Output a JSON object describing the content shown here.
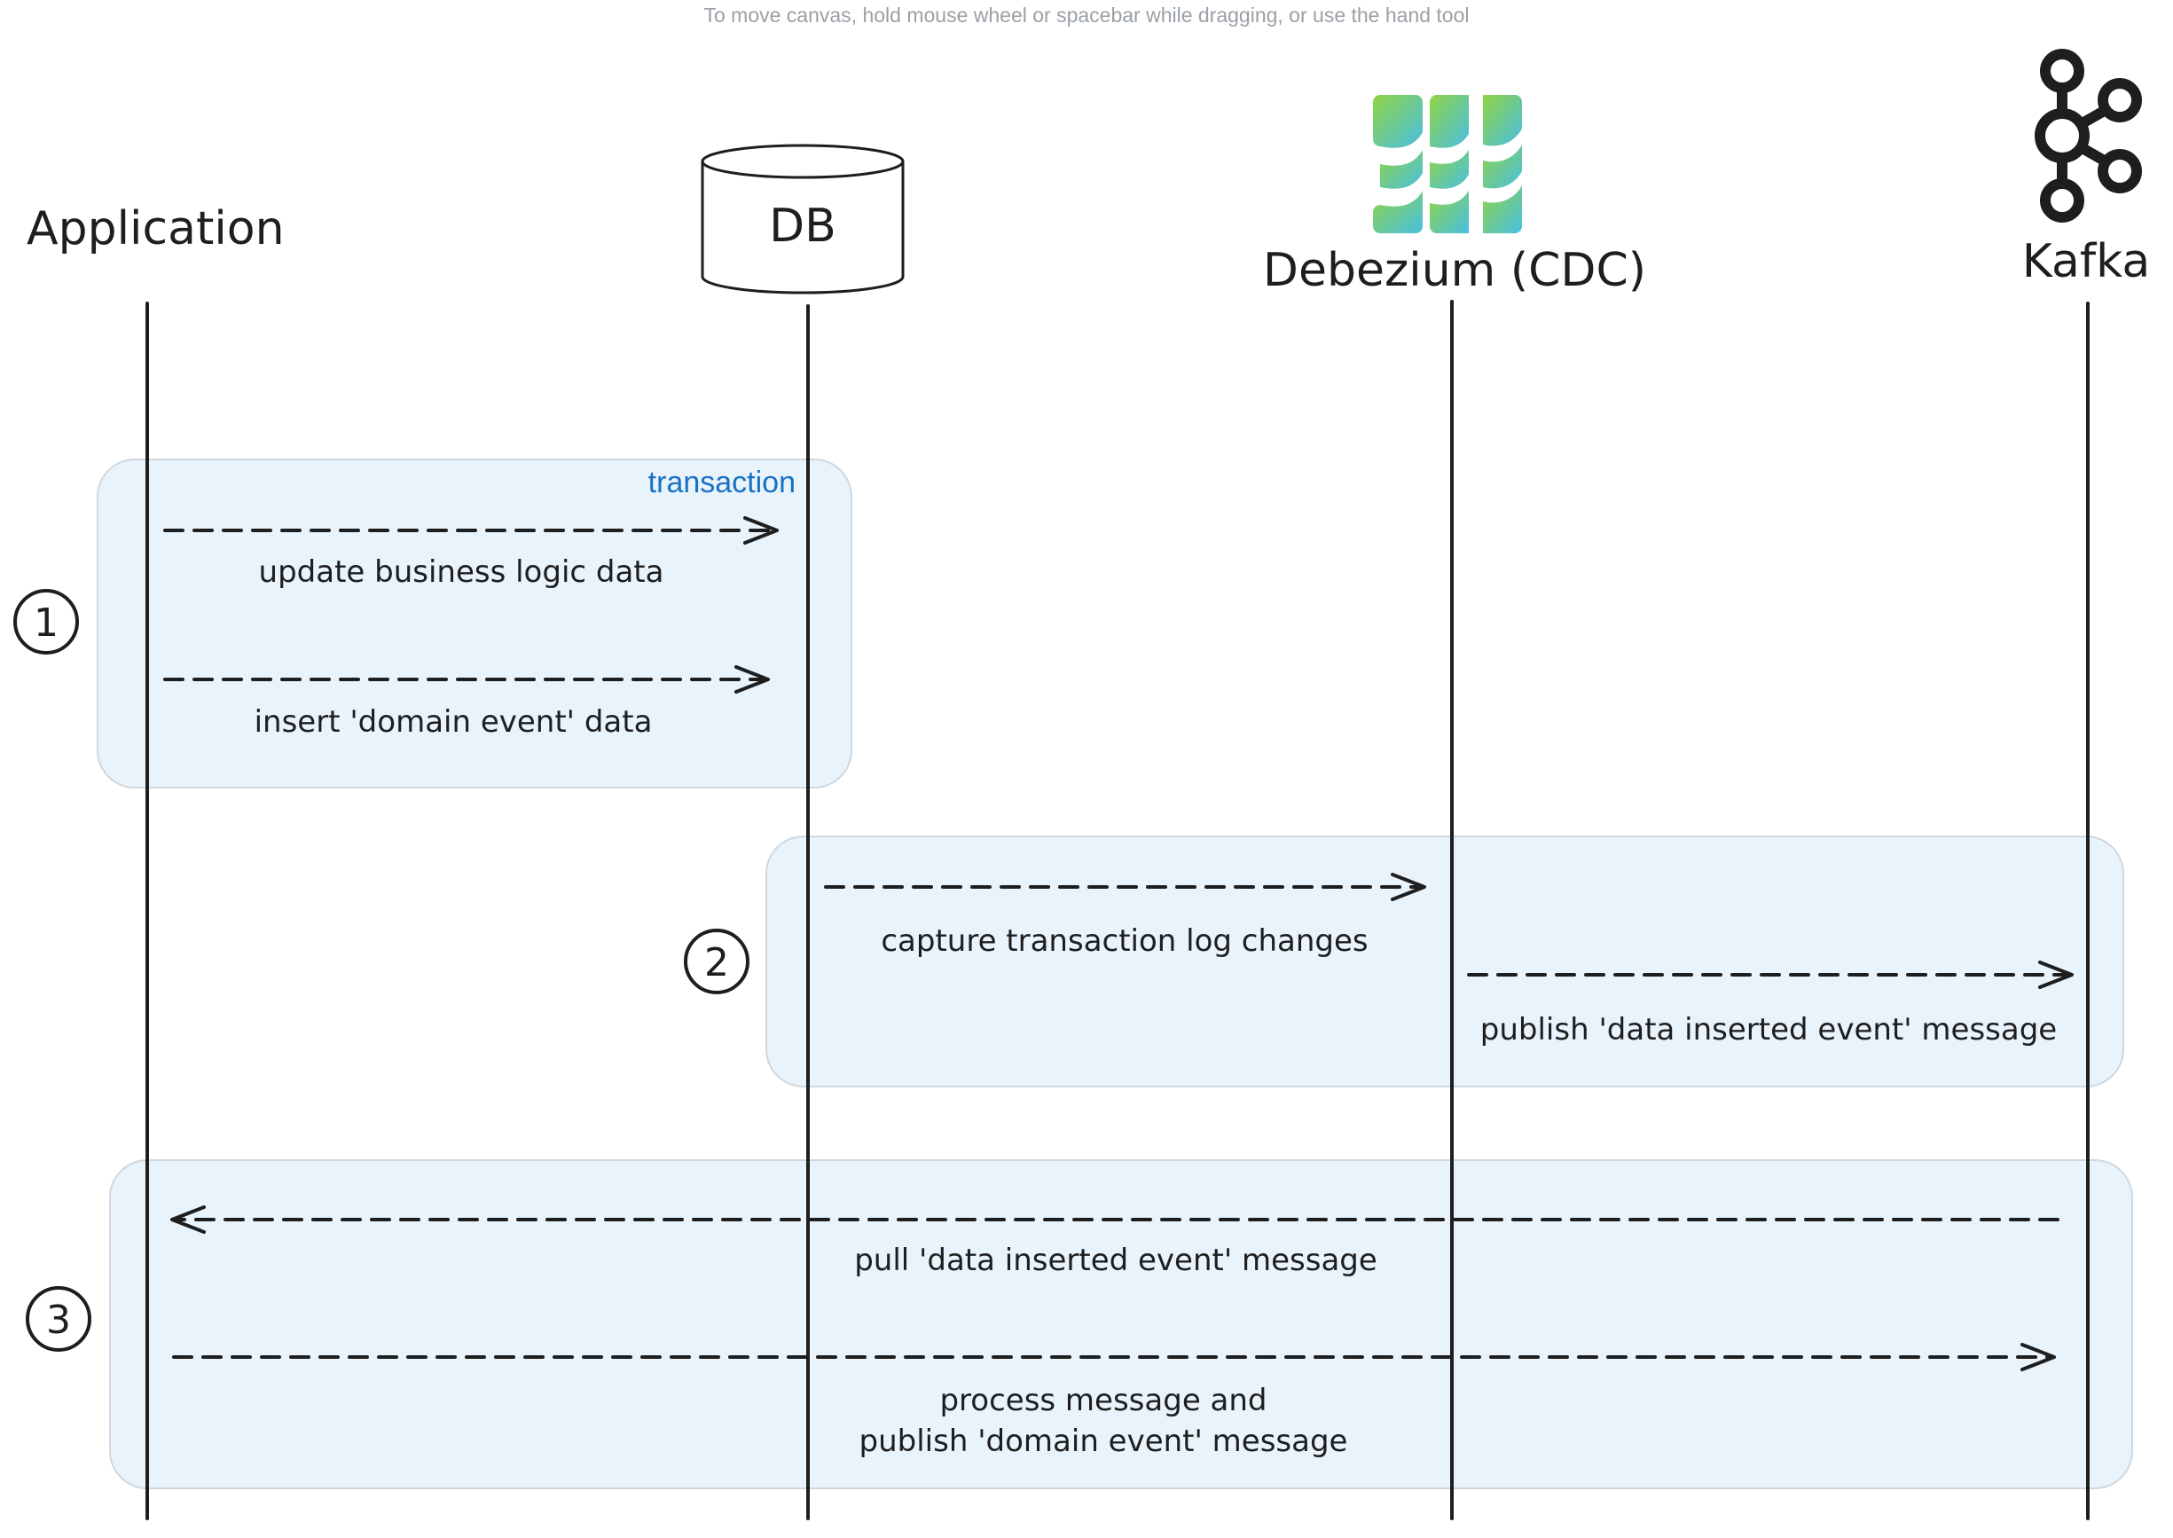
{
  "canvas_hint": "To move canvas, hold mouse wheel or spacebar while dragging, or use the hand tool",
  "actors": {
    "application": "Application",
    "db": "DB",
    "debezium": "Debezium (CDC)",
    "kafka": "Kafka"
  },
  "groups": {
    "transaction_label": "transaction"
  },
  "steps": [
    "1",
    "2",
    "3"
  ],
  "messages": {
    "update_business": "update business logic data",
    "insert_domain_event": "insert 'domain event' data",
    "capture_log": "capture transaction log changes",
    "publish_data_inserted": "publish 'data inserted event' message",
    "pull_data_inserted": "pull 'data inserted event' message",
    "process_line1": "process message and",
    "process_line2": "publish 'domain event' message"
  },
  "colors": {
    "group_fill": "#e8f3fc",
    "group_stroke": "#d0d7de",
    "stroke": "#1e1e1e",
    "transaction_text": "#1971c2",
    "debezium_green": "#91d443",
    "debezium_blue": "#48bfe3"
  },
  "icons": {
    "db": "cylinder-icon",
    "debezium": "debezium-logo",
    "kafka": "kafka-logo"
  }
}
